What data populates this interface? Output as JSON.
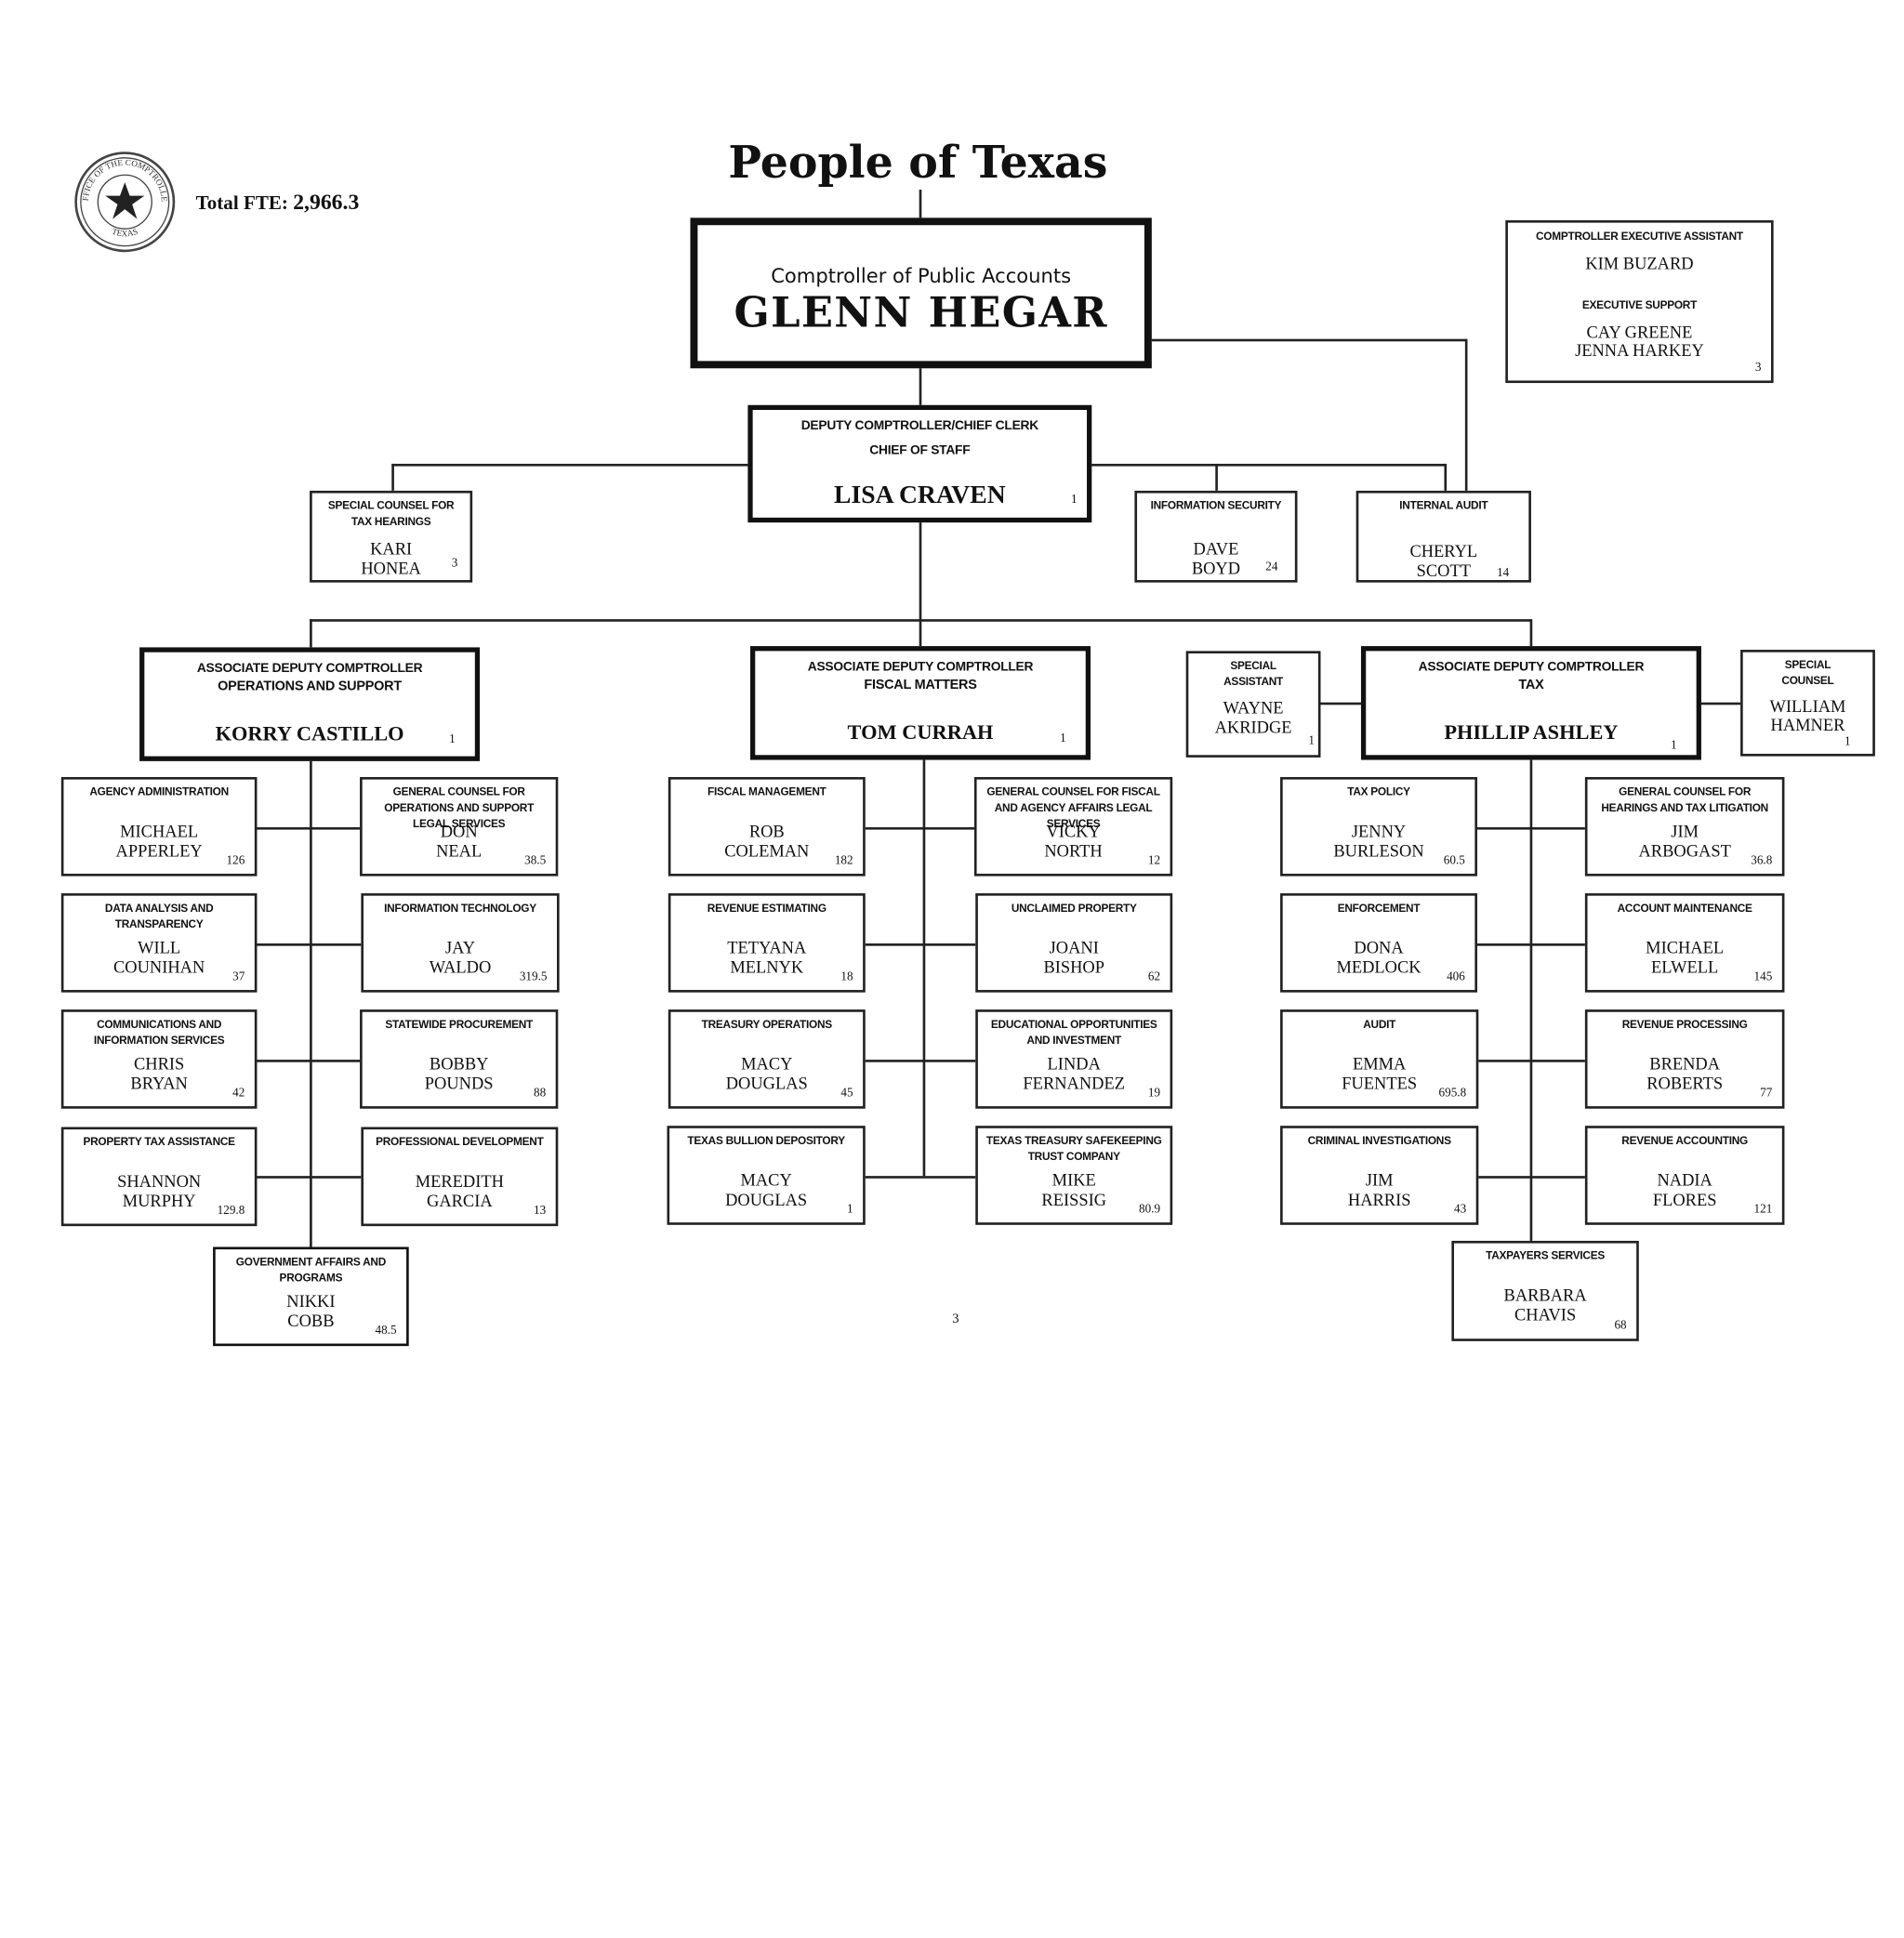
{
  "header": {
    "total_fte_label": "Total FTE:",
    "total_fte_value": "2,966.3",
    "main_title": "People of Texas",
    "page_number": "3"
  },
  "seal": {
    "top_text": "OFFICE OF THE COMPTROLLER",
    "bottom_text": "TEXAS"
  },
  "comptroller": {
    "title": "Comptroller of Public Accounts",
    "name": "GLENN HEGAR"
  },
  "exec_support_box": {
    "title1": "COMPTROLLER EXECUTIVE ASSISTANT",
    "name1": "KIM BUZARD",
    "title2": "EXECUTIVE SUPPORT",
    "name2_line1": "CAY GREENE",
    "name2_line2": "JENNA HARKEY",
    "fte": "3"
  },
  "deputy": {
    "title1": "DEPUTY COMPTROLLER/CHIEF CLERK",
    "title2": "CHIEF OF STAFF",
    "name": "LISA CRAVEN",
    "fte": "1"
  },
  "staff_boxes": [
    {
      "title": "SPECIAL COUNSEL FOR TAX HEARINGS",
      "name1": "KARI",
      "name2": "HONEA",
      "fte": "3"
    },
    {
      "title": "INFORMATION SECURITY",
      "name1": "DAVE",
      "name2": "BOYD",
      "fte": "24"
    },
    {
      "title": "INTERNAL AUDIT",
      "name1": "CHERYL",
      "name2": "SCOTT",
      "fte": "14"
    }
  ],
  "associates": [
    {
      "title1": "ASSOCIATE DEPUTY COMPTROLLER",
      "title2": "OPERATIONS AND SUPPORT",
      "name": "KORRY CASTILLO",
      "fte": "1"
    },
    {
      "title1": "ASSOCIATE DEPUTY COMPTROLLER",
      "title2": "FISCAL MATTERS",
      "name": "TOM CURRAH",
      "fte": "1"
    },
    {
      "title1": "ASSOCIATE DEPUTY COMPTROLLER",
      "title2": "TAX",
      "name": "PHILLIP ASHLEY",
      "fte": "1"
    }
  ],
  "tax_side_boxes": [
    {
      "title": "SPECIAL ASSISTANT",
      "name1": "WAYNE",
      "name2": "AKRIDGE",
      "fte": "1"
    },
    {
      "title": "SPECIAL COUNSEL",
      "name1": "WILLIAM",
      "name2": "HAMNER",
      "fte": "1"
    }
  ],
  "ops_units": [
    {
      "title": "AGENCY ADMINISTRATION",
      "name1": "MICHAEL",
      "name2": "APPERLEY",
      "fte": "126"
    },
    {
      "title": "GENERAL COUNSEL FOR OPERATIONS AND SUPPORT LEGAL SERVICES",
      "name1": "DON",
      "name2": "NEAL",
      "fte": "38.5"
    },
    {
      "title": "DATA ANALYSIS AND TRANSPARENCY",
      "name1": "WILL",
      "name2": "COUNIHAN",
      "fte": "37"
    },
    {
      "title": "INFORMATION TECHNOLOGY",
      "name1": "JAY",
      "name2": "WALDO",
      "fte": "319.5"
    },
    {
      "title": "COMMUNICATIONS AND INFORMATION SERVICES",
      "name1": "CHRIS",
      "name2": "BRYAN",
      "fte": "42"
    },
    {
      "title": "STATEWIDE PROCUREMENT",
      "name1": "BOBBY",
      "name2": "POUNDS",
      "fte": "88"
    },
    {
      "title": "PROPERTY TAX ASSISTANCE",
      "name1": "SHANNON",
      "name2": "MURPHY",
      "fte": "129.8"
    },
    {
      "title": "PROFESSIONAL DEVELOPMENT",
      "name1": "MEREDITH",
      "name2": "GARCIA",
      "fte": "13"
    },
    {
      "title": "GOVERNMENT AFFAIRS AND PROGRAMS",
      "name1": "NIKKI",
      "name2": "COBB",
      "fte": "48.5"
    }
  ],
  "fiscal_units": [
    {
      "title": "FISCAL MANAGEMENT",
      "name1": "ROB",
      "name2": "COLEMAN",
      "fte": "182"
    },
    {
      "title": "GENERAL COUNSEL FOR FISCAL AND AGENCY AFFAIRS LEGAL SERVICES",
      "name1": "VICKY",
      "name2": "NORTH",
      "fte": "12"
    },
    {
      "title": "REVENUE ESTIMATING",
      "name1": "TETYANA",
      "name2": "MELNYK",
      "fte": "18"
    },
    {
      "title": "UNCLAIMED PROPERTY",
      "name1": "JOANI",
      "name2": "BISHOP",
      "fte": "62"
    },
    {
      "title": "TREASURY OPERATIONS",
      "name1": "MACY",
      "name2": "DOUGLAS",
      "fte": "45"
    },
    {
      "title": "EDUCATIONAL OPPORTUNITIES AND INVESTMENT",
      "name1": "LINDA",
      "name2": "FERNANDEZ",
      "fte": "19"
    },
    {
      "title": "TEXAS BULLION DEPOSITORY",
      "name1": "MACY",
      "name2": "DOUGLAS",
      "fte": "1"
    },
    {
      "title": "TEXAS TREASURY SAFEKEEPING TRUST COMPANY",
      "name1": "MIKE",
      "name2": "REISSIG",
      "fte": "80.9"
    }
  ],
  "tax_units": [
    {
      "title": "TAX POLICY",
      "name1": "JENNY",
      "name2": "BURLESON",
      "fte": "60.5"
    },
    {
      "title": "GENERAL COUNSEL FOR HEARINGS AND TAX LITIGATION",
      "name1": "JIM",
      "name2": "ARBOGAST",
      "fte": "36.8"
    },
    {
      "title": "ENFORCEMENT",
      "name1": "DONA",
      "name2": "MEDLOCK",
      "fte": "406"
    },
    {
      "title": "ACCOUNT MAINTENANCE",
      "name1": "MICHAEL",
      "name2": "ELWELL",
      "fte": "145"
    },
    {
      "title": "AUDIT",
      "name1": "EMMA",
      "name2": "FUENTES",
      "fte": "695.8"
    },
    {
      "title": "REVENUE PROCESSING",
      "name1": "BRENDA",
      "name2": "ROBERTS",
      "fte": "77"
    },
    {
      "title": "CRIMINAL INVESTIGATIONS",
      "name1": "JIM",
      "name2": "HARRIS",
      "fte": "43"
    },
    {
      "title": "REVENUE ACCOUNTING",
      "name1": "NADIA",
      "name2": "FLORES",
      "fte": "121"
    },
    {
      "title": "TAXPAYERS SERVICES",
      "name1": "BARBARA",
      "name2": "CHAVIS",
      "fte": "68"
    }
  ]
}
